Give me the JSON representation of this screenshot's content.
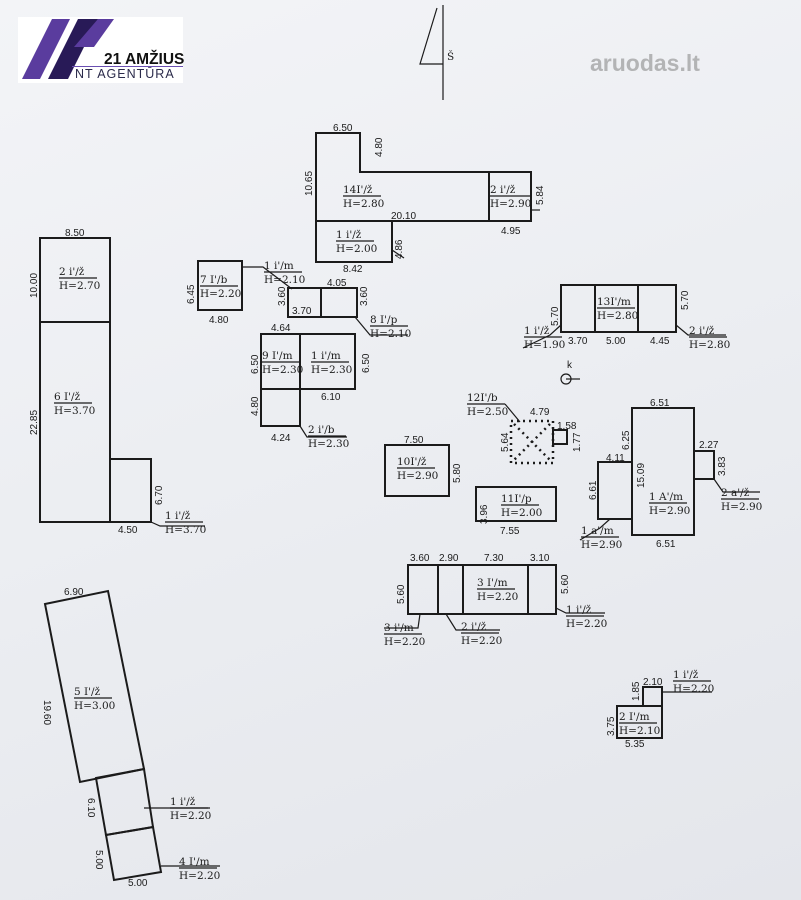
{
  "branding": {
    "agency_name": "21 AMŽIUS",
    "agency_subtitle": "NT AGENTŪRA",
    "watermark": "aruodas.lt",
    "accent_colors": [
      "#5a3c9e",
      "#281a57"
    ]
  },
  "north_label": "Š",
  "entrance_label": "k",
  "dimensions": [
    "6.50",
    "4.80",
    "10.65",
    "5.84",
    "20.10",
    "4.95",
    "4.86",
    "8.42",
    "8.50",
    "10.00",
    "22.85",
    "6.70",
    "4.50",
    "6.45",
    "4.80",
    "3.60",
    "4.05",
    "3.70",
    "3.60",
    "4.64",
    "6.50",
    "6.50",
    "6.10",
    "4.80",
    "4.24",
    "5.70",
    "3.70",
    "5.00",
    "4.45",
    "5.70",
    "4.79",
    "5.64",
    "1.58",
    "1.77",
    "7.50",
    "5.80",
    "3.96",
    "7.55",
    "6.51",
    "6.25",
    "4.11",
    "15.09",
    "6.61",
    "2.27",
    "3.83",
    "6.51",
    "3.60",
    "2.90",
    "7.30",
    "3.10",
    "5.60",
    "5.60",
    "6.90",
    "19.60",
    "6.10",
    "5.00",
    "5.00",
    "1.85",
    "2.10",
    "3.75",
    "5.35"
  ],
  "buildings": [
    {
      "code": "14I'/ž",
      "height": "H=2.80"
    },
    {
      "code": "2 i'/ž",
      "height": "H=2.90"
    },
    {
      "code": "1 i'/ž",
      "height": "H=2.00"
    },
    {
      "code": "2 i'/ž",
      "height": "H=2.70"
    },
    {
      "code": "6 I'/ž",
      "height": "H=3.70"
    },
    {
      "code": "1 i'/ž",
      "height": "H=3.70"
    },
    {
      "code": "7 I'/b",
      "height": "H=2.20"
    },
    {
      "code": "1 i'/m",
      "height": "H=2.10"
    },
    {
      "code": "8 I'/p",
      "height": "H=2.10"
    },
    {
      "code": "9 I'/m",
      "height": "H=2.30"
    },
    {
      "code": "1 i'/m",
      "height": "H=2.30"
    },
    {
      "code": "2 i'/b",
      "height": "H=2.30"
    },
    {
      "code": "13I'/m",
      "height": "H=2.80"
    },
    {
      "code": "1 i'/ž",
      "height": "H=1.90"
    },
    {
      "code": "2 i'/ž",
      "height": "H=2.80"
    },
    {
      "code": "12I'/b",
      "height": "H=2.50"
    },
    {
      "code": "10I'/ž",
      "height": "H=2.90"
    },
    {
      "code": "11I'/p",
      "height": "H=2.00"
    },
    {
      "code": "1 A'/m",
      "height": "H=2.90"
    },
    {
      "code": "2 a'/ž",
      "height": "H=2.90"
    },
    {
      "code": "1 a'/m",
      "height": "H=2.90"
    },
    {
      "code": "3 I'/m",
      "height": "H=2.20"
    },
    {
      "code": "1 i'/ž",
      "height": "H=2.20"
    },
    {
      "code": "3 i'/m",
      "height": "H=2.20"
    },
    {
      "code": "2 i'/ž",
      "height": "H=2.20"
    },
    {
      "code": "5 I'/ž",
      "height": "H=3.00"
    },
    {
      "code": "1 i'/ž",
      "height": "H=2.20"
    },
    {
      "code": "4 I'/m",
      "height": "H=2.20"
    },
    {
      "code": "1 i'/ž",
      "height": "H=2.20"
    },
    {
      "code": "2 I'/m",
      "height": "H=2.10"
    }
  ]
}
